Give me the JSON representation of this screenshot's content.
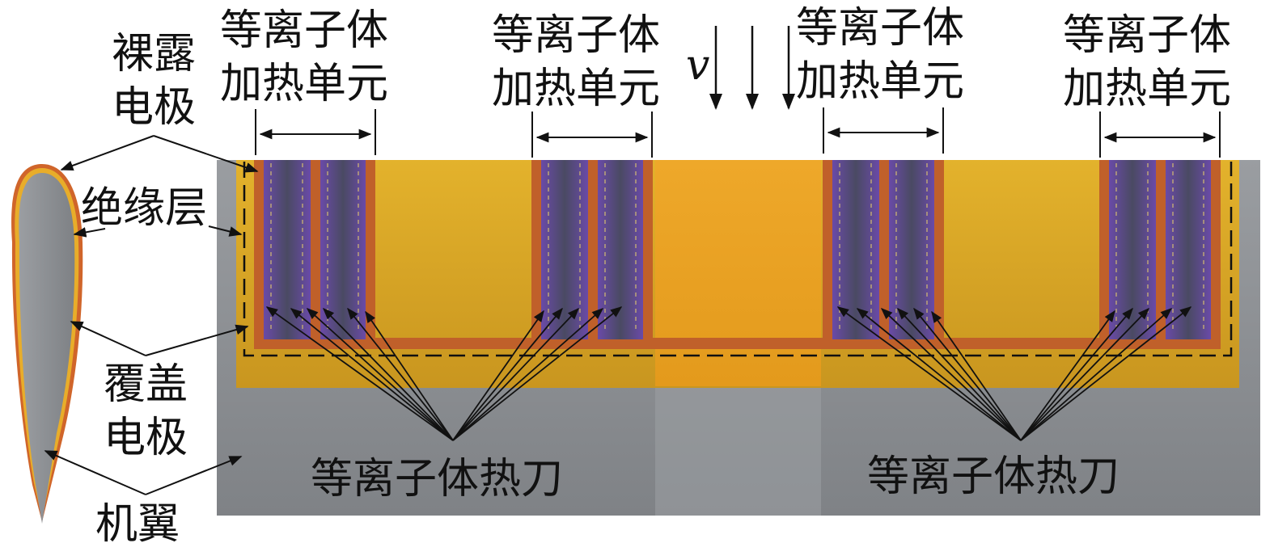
{
  "labels": {
    "bare_electrode_1": "裸露",
    "bare_electrode_2": "电极",
    "insulation_layer": "绝缘层",
    "covered_electrode_1": "覆盖",
    "covered_electrode_2": "电极",
    "airfoil": "机翼",
    "velocity": "v",
    "plasma_knife_left": "等离子体热刀",
    "plasma_knife_right": "等离子体热刀"
  },
  "heating_units": [
    {
      "line1": "等离子体",
      "line2": "加热单元"
    },
    {
      "line1": "等离子体",
      "line2": "加热单元"
    },
    {
      "line1": "等离子体",
      "line2": "加热单元"
    },
    {
      "line1": "等离子体",
      "line2": "加热单元"
    }
  ],
  "colors": {
    "airfoil_gray": "#8f9296",
    "substrate_gray": "#8c8f93",
    "dielectric_gold": "#e0a82a",
    "electrode_copper": "#c0602a",
    "plasma_purple": "#5a3f8f"
  }
}
